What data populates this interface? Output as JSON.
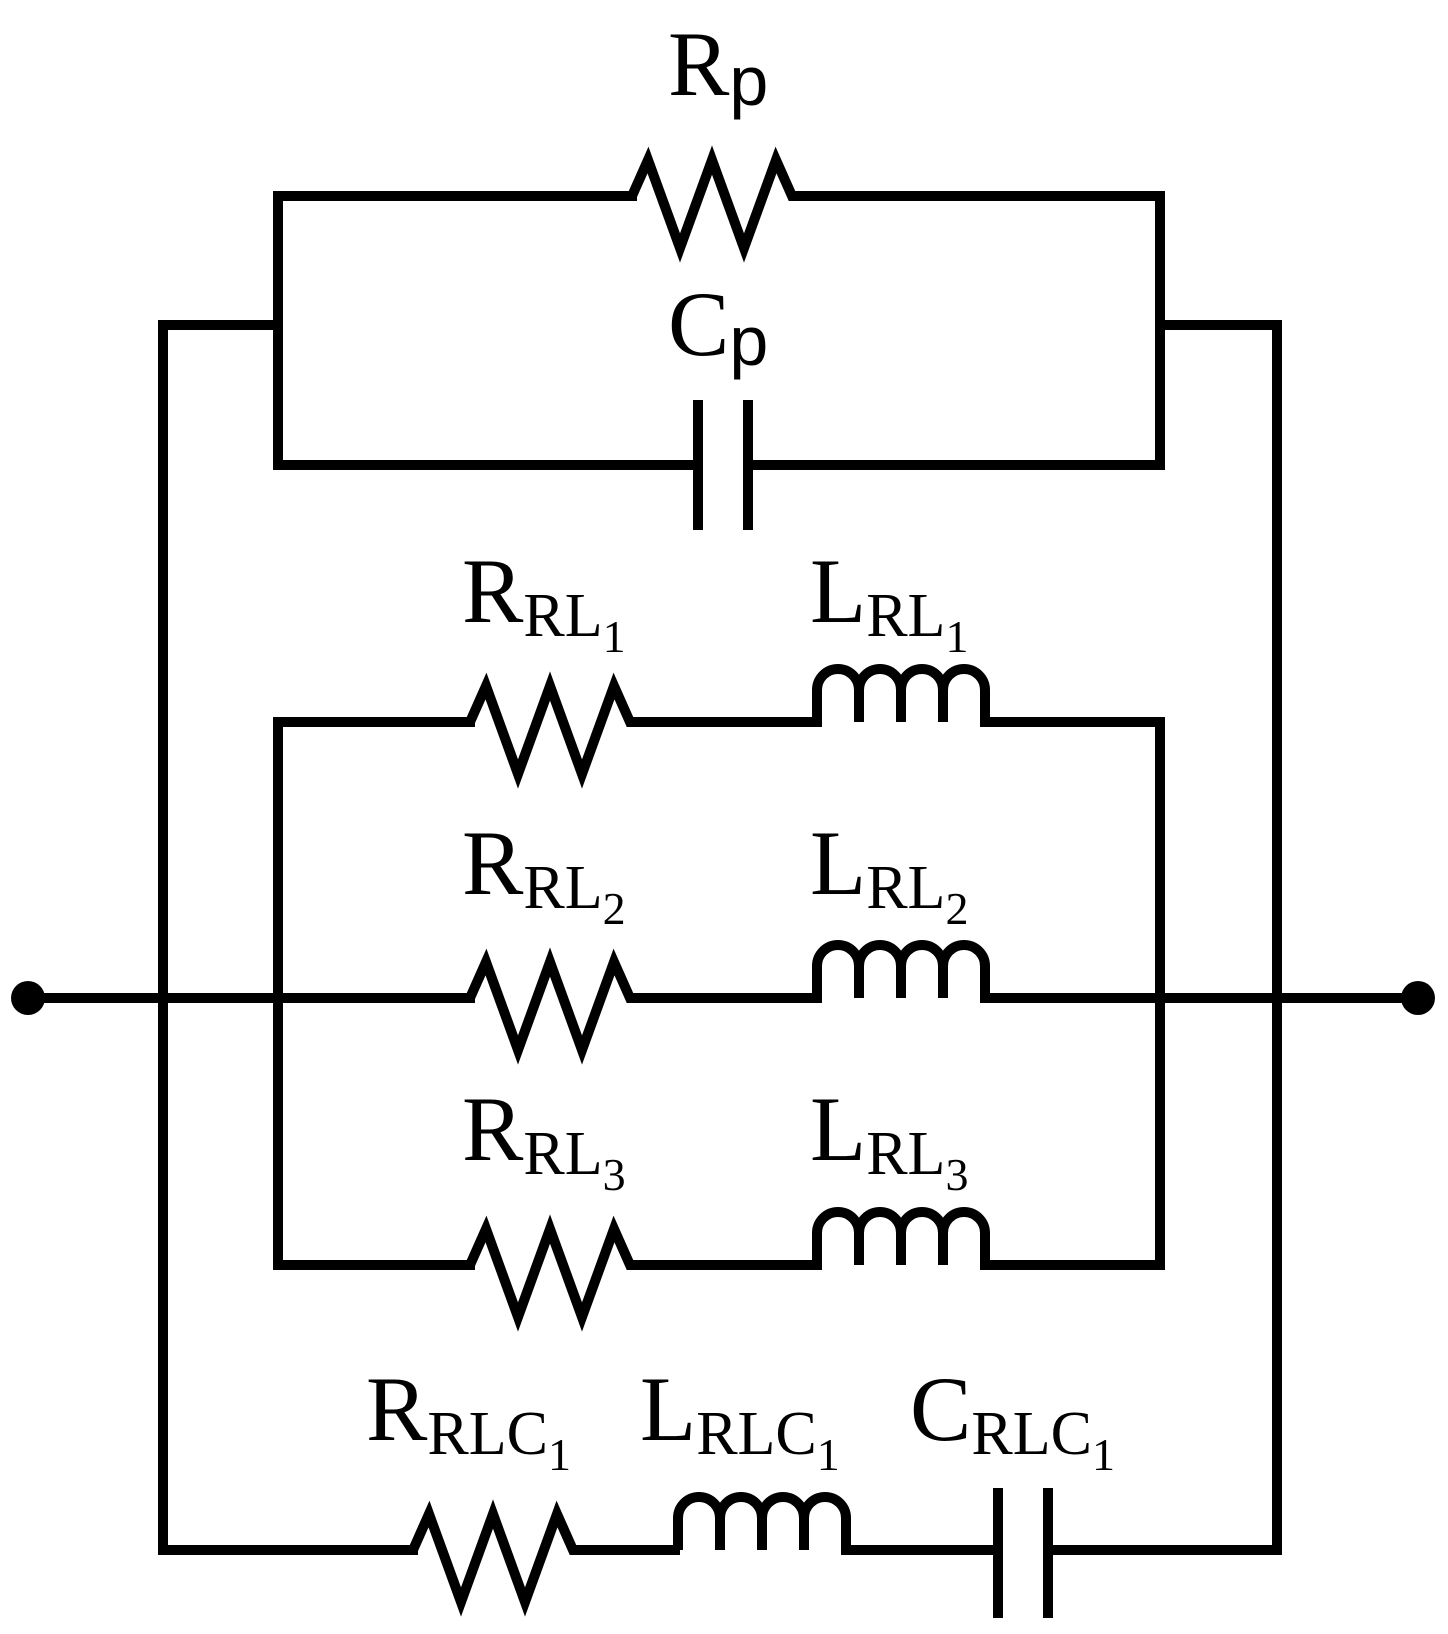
{
  "diagram": {
    "labels": {
      "rp": {
        "main": "R",
        "sub": "p"
      },
      "cp": {
        "main": "C",
        "sub": "p"
      },
      "r_rl_1": {
        "main": "R",
        "sub": "RL",
        "subsub": "1"
      },
      "l_rl_1": {
        "main": "L",
        "sub": "RL",
        "subsub": "1"
      },
      "r_rl_2": {
        "main": "R",
        "sub": "RL",
        "subsub": "2"
      },
      "l_rl_2": {
        "main": "L",
        "sub": "RL",
        "subsub": "2"
      },
      "r_rl_3": {
        "main": "R",
        "sub": "RL",
        "subsub": "3"
      },
      "l_rl_3": {
        "main": "L",
        "sub": "RL",
        "subsub": "3"
      },
      "r_rlc_1": {
        "main": "R",
        "sub": "RLC",
        "subsub": "1"
      },
      "l_rlc_1": {
        "main": "L",
        "sub": "RLC",
        "subsub": "1"
      },
      "c_rlc_1": {
        "main": "C",
        "sub": "RLC",
        "subsub": "1"
      }
    }
  }
}
